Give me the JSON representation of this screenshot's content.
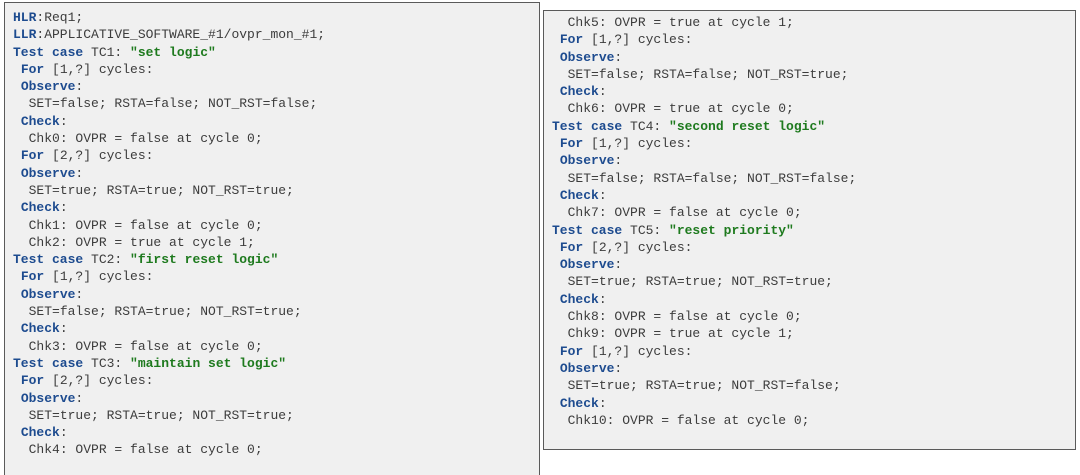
{
  "left_panel": {
    "lines": [
      {
        "indent": "",
        "parts": [
          {
            "t": "HLR",
            "k": "kw"
          },
          {
            "t": ":Req1;",
            "k": ""
          }
        ]
      },
      {
        "indent": "",
        "parts": [
          {
            "t": "LLR",
            "k": "kw"
          },
          {
            "t": ":APPLICATIVE_SOFTWARE_#1/ovpr_mon_#1;",
            "k": ""
          }
        ]
      },
      {
        "indent": "",
        "parts": [
          {
            "t": "Test case",
            "k": "kw"
          },
          {
            "t": " TC1: ",
            "k": ""
          },
          {
            "t": "\"set logic\"",
            "k": "str"
          }
        ]
      },
      {
        "indent": " ",
        "parts": [
          {
            "t": "For",
            "k": "kw"
          },
          {
            "t": " [1,?] cycles:",
            "k": ""
          }
        ]
      },
      {
        "indent": " ",
        "parts": [
          {
            "t": "Observe",
            "k": "kw"
          },
          {
            "t": ":",
            "k": ""
          }
        ]
      },
      {
        "indent": "  ",
        "parts": [
          {
            "t": "SET=false; RSTA=false; NOT_RST=false;",
            "k": ""
          }
        ]
      },
      {
        "indent": " ",
        "parts": [
          {
            "t": "Check",
            "k": "kw"
          },
          {
            "t": ":",
            "k": ""
          }
        ]
      },
      {
        "indent": "  ",
        "parts": [
          {
            "t": "Chk0: OVPR = false at cycle 0;",
            "k": ""
          }
        ]
      },
      {
        "indent": " ",
        "parts": [
          {
            "t": "For",
            "k": "kw"
          },
          {
            "t": " [2,?] cycles:",
            "k": ""
          }
        ]
      },
      {
        "indent": " ",
        "parts": [
          {
            "t": "Observe",
            "k": "kw"
          },
          {
            "t": ":",
            "k": ""
          }
        ]
      },
      {
        "indent": "  ",
        "parts": [
          {
            "t": "SET=true; RSTA=true; NOT_RST=true;",
            "k": ""
          }
        ]
      },
      {
        "indent": " ",
        "parts": [
          {
            "t": "Check",
            "k": "kw"
          },
          {
            "t": ":",
            "k": ""
          }
        ]
      },
      {
        "indent": "  ",
        "parts": [
          {
            "t": "Chk1: OVPR = false at cycle 0;",
            "k": ""
          }
        ]
      },
      {
        "indent": "  ",
        "parts": [
          {
            "t": "Chk2: OVPR = true at cycle 1;",
            "k": ""
          }
        ]
      },
      {
        "indent": "",
        "parts": [
          {
            "t": "Test case",
            "k": "kw"
          },
          {
            "t": " TC2: ",
            "k": ""
          },
          {
            "t": "\"first reset logic\"",
            "k": "str"
          }
        ]
      },
      {
        "indent": " ",
        "parts": [
          {
            "t": "For",
            "k": "kw"
          },
          {
            "t": " [1,?] cycles:",
            "k": ""
          }
        ]
      },
      {
        "indent": " ",
        "parts": [
          {
            "t": "Observe",
            "k": "kw"
          },
          {
            "t": ":",
            "k": ""
          }
        ]
      },
      {
        "indent": "  ",
        "parts": [
          {
            "t": "SET=false; RSTA=true; NOT_RST=true;",
            "k": ""
          }
        ]
      },
      {
        "indent": " ",
        "parts": [
          {
            "t": "Check",
            "k": "kw"
          },
          {
            "t": ":",
            "k": ""
          }
        ]
      },
      {
        "indent": "  ",
        "parts": [
          {
            "t": "Chk3: OVPR = false at cycle 0;",
            "k": ""
          }
        ]
      },
      {
        "indent": "",
        "parts": [
          {
            "t": "Test case",
            "k": "kw"
          },
          {
            "t": " TC3: ",
            "k": ""
          },
          {
            "t": "\"maintain set logic\"",
            "k": "str"
          }
        ]
      },
      {
        "indent": " ",
        "parts": [
          {
            "t": "For",
            "k": "kw"
          },
          {
            "t": " [2,?] cycles:",
            "k": ""
          }
        ]
      },
      {
        "indent": " ",
        "parts": [
          {
            "t": "Observe",
            "k": "kw"
          },
          {
            "t": ":",
            "k": ""
          }
        ]
      },
      {
        "indent": "  ",
        "parts": [
          {
            "t": "SET=true; RSTA=true; NOT_RST=true;",
            "k": ""
          }
        ]
      },
      {
        "indent": " ",
        "parts": [
          {
            "t": "Check",
            "k": "kw"
          },
          {
            "t": ":",
            "k": ""
          }
        ]
      },
      {
        "indent": "  ",
        "parts": [
          {
            "t": "Chk4: OVPR = false at cycle 0;",
            "k": ""
          }
        ]
      }
    ]
  },
  "right_panel": {
    "lines": [
      {
        "indent": "  ",
        "parts": [
          {
            "t": "Chk5: OVPR = true at cycle 1;",
            "k": ""
          }
        ]
      },
      {
        "indent": " ",
        "parts": [
          {
            "t": "For",
            "k": "kw"
          },
          {
            "t": " [1,?] cycles:",
            "k": ""
          }
        ]
      },
      {
        "indent": " ",
        "parts": [
          {
            "t": "Observe",
            "k": "kw"
          },
          {
            "t": ":",
            "k": ""
          }
        ]
      },
      {
        "indent": "  ",
        "parts": [
          {
            "t": "SET=false; RSTA=false; NOT_RST=true;",
            "k": ""
          }
        ]
      },
      {
        "indent": " ",
        "parts": [
          {
            "t": "Check",
            "k": "kw"
          },
          {
            "t": ":",
            "k": ""
          }
        ]
      },
      {
        "indent": "  ",
        "parts": [
          {
            "t": "Chk6: OVPR = true at cycle 0;",
            "k": ""
          }
        ]
      },
      {
        "indent": "",
        "parts": [
          {
            "t": "Test case",
            "k": "kw"
          },
          {
            "t": " TC4: ",
            "k": ""
          },
          {
            "t": "\"second reset logic\"",
            "k": "str"
          }
        ]
      },
      {
        "indent": " ",
        "parts": [
          {
            "t": "For",
            "k": "kw"
          },
          {
            "t": " [1,?] cycles:",
            "k": ""
          }
        ]
      },
      {
        "indent": " ",
        "parts": [
          {
            "t": "Observe",
            "k": "kw"
          },
          {
            "t": ":",
            "k": ""
          }
        ]
      },
      {
        "indent": "  ",
        "parts": [
          {
            "t": "SET=false; RSTA=false; NOT_RST=false;",
            "k": ""
          }
        ]
      },
      {
        "indent": " ",
        "parts": [
          {
            "t": "Check",
            "k": "kw"
          },
          {
            "t": ":",
            "k": ""
          }
        ]
      },
      {
        "indent": "  ",
        "parts": [
          {
            "t": "Chk7: OVPR = false at cycle 0;",
            "k": ""
          }
        ]
      },
      {
        "indent": "",
        "parts": [
          {
            "t": "Test case",
            "k": "kw"
          },
          {
            "t": " TC5: ",
            "k": ""
          },
          {
            "t": "\"reset priority\"",
            "k": "str"
          }
        ]
      },
      {
        "indent": " ",
        "parts": [
          {
            "t": "For",
            "k": "kw"
          },
          {
            "t": " [2,?] cycles:",
            "k": ""
          }
        ]
      },
      {
        "indent": " ",
        "parts": [
          {
            "t": "Observe",
            "k": "kw"
          },
          {
            "t": ":",
            "k": ""
          }
        ]
      },
      {
        "indent": "  ",
        "parts": [
          {
            "t": "SET=true; RSTA=true; NOT_RST=true;",
            "k": ""
          }
        ]
      },
      {
        "indent": " ",
        "parts": [
          {
            "t": "Check",
            "k": "kw"
          },
          {
            "t": ":",
            "k": ""
          }
        ]
      },
      {
        "indent": "  ",
        "parts": [
          {
            "t": "Chk8: OVPR = false at cycle 0;",
            "k": ""
          }
        ]
      },
      {
        "indent": "  ",
        "parts": [
          {
            "t": "Chk9: OVPR = true at cycle 1;",
            "k": ""
          }
        ]
      },
      {
        "indent": " ",
        "parts": [
          {
            "t": "For",
            "k": "kw"
          },
          {
            "t": " [1,?] cycles:",
            "k": ""
          }
        ]
      },
      {
        "indent": " ",
        "parts": [
          {
            "t": "Observe",
            "k": "kw"
          },
          {
            "t": ":",
            "k": ""
          }
        ]
      },
      {
        "indent": "  ",
        "parts": [
          {
            "t": "SET=true; RSTA=true; NOT_RST=false;",
            "k": ""
          }
        ]
      },
      {
        "indent": " ",
        "parts": [
          {
            "t": "Check",
            "k": "kw"
          },
          {
            "t": ":",
            "k": ""
          }
        ]
      },
      {
        "indent": "  ",
        "parts": [
          {
            "t": "Chk10: OVPR = false at cycle 0;",
            "k": ""
          }
        ]
      }
    ]
  },
  "colors": {
    "keyword": "#1d4b8f",
    "string": "#1e7a1e",
    "text": "#3c3c3c",
    "panel_bg": "#f0f0f0",
    "panel_border": "#5a5a5a"
  }
}
